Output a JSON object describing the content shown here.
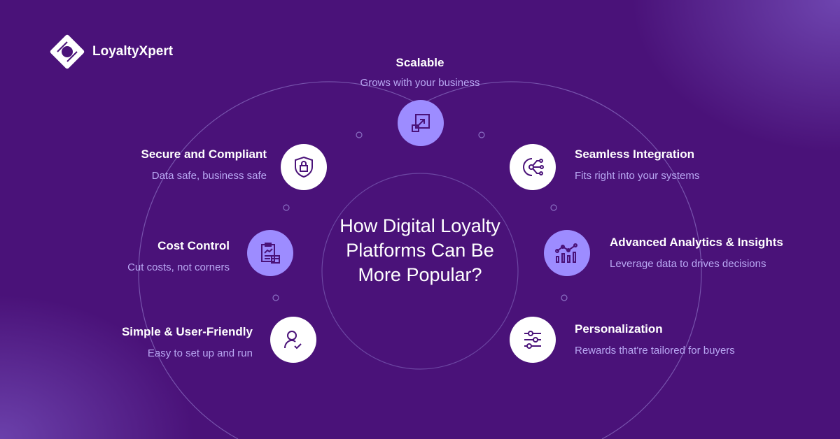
{
  "brand": {
    "name": "LoyaltyXpert"
  },
  "title": "How Digital Loyalty Platforms Can Be More Popular?",
  "colors": {
    "background": "#4a1279",
    "accent": "#9d8cff",
    "subtitle": "#b9a8f3"
  },
  "features": [
    {
      "title": "Scalable",
      "subtitle": "Grows with your business",
      "icon": "resize-arrow-icon"
    },
    {
      "title": "Secure and Compliant",
      "subtitle": "Data safe, business safe",
      "icon": "shield-lock-icon"
    },
    {
      "title": "Seamless Integration",
      "subtitle": "Fits right into your systems",
      "icon": "gear-network-icon"
    },
    {
      "title": "Cost Control",
      "subtitle": "Cut costs, not corners",
      "icon": "clipboard-calculator-icon"
    },
    {
      "title": "Advanced Analytics & Insights",
      "subtitle": "Leverage data to drives decisions",
      "icon": "bar-chart-icon"
    },
    {
      "title": "Simple & User-Friendly",
      "subtitle": "Easy to set up and run",
      "icon": "user-check-icon"
    },
    {
      "title": "Personalization",
      "subtitle": "Rewards that're tailored for buyers",
      "icon": "sliders-icon"
    }
  ]
}
